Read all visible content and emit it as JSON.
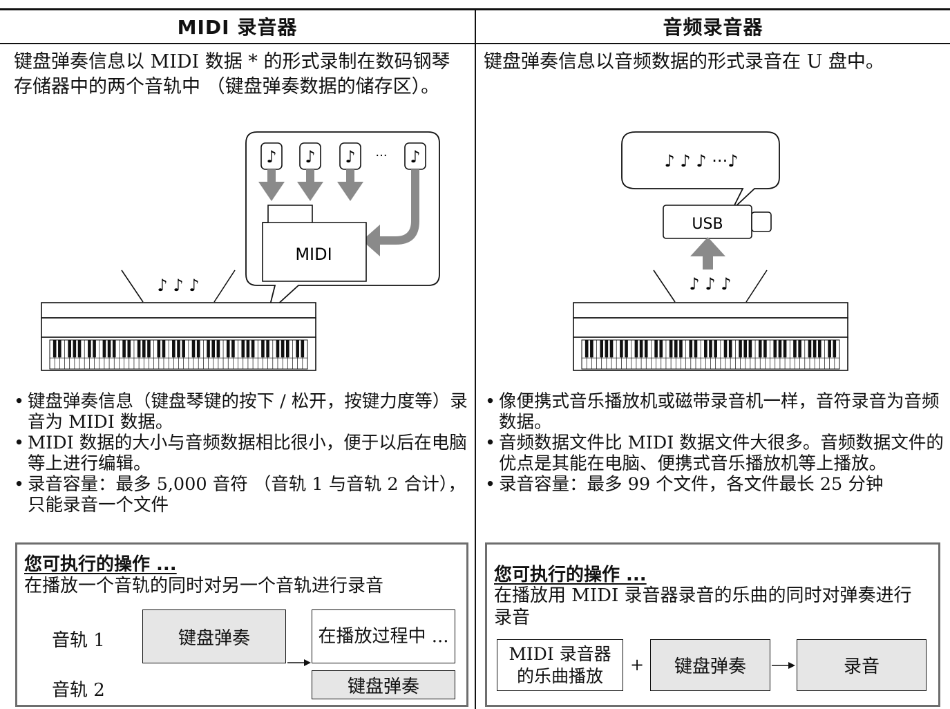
{
  "header": {
    "left_title": "MIDI 录音器",
    "right_title": "音频录音器"
  },
  "left": {
    "intro": "键盘弹奏信息以 MIDI 数据 * 的形式录制在数码钢琴存储器中的两个音轨中 （键盘弹奏数据的储存区）。",
    "illustration": {
      "notes_over_piano": "♪ ♪ ♪",
      "note_glyph": "♪",
      "ellipsis": "···",
      "storage_label": "MIDI"
    },
    "bullets": [
      "键盘弹奏信息（键盘琴键的按下 / 松开，按键力度等）录音为 MIDI 数据。",
      "MIDI 数据的大小与音频数据相比很小，便于以后在电脑等上进行编辑。",
      "录音容量：最多 5,000 音符 （音轨 1 与音轨 2 合计），只能录音一个文件"
    ],
    "box": {
      "title": "您可执行的操作 ...",
      "desc": "在播放一个音轨的同时对另一个音轨进行录音",
      "track1_label": "音轨 1",
      "track2_label": "音轨 2",
      "keyboard_play": "键盘弹奏",
      "during_playback": "在播放过程中 ...",
      "keyboard_play_2": "键盘弹奏"
    }
  },
  "right": {
    "intro": "键盘弹奏信息以音频数据的形式录音在 U 盘中。",
    "illustration": {
      "bubble_notes": "♪ ♪ ♪ ···♪",
      "usb_label": "USB",
      "notes_over_piano": "♪ ♪ ♪"
    },
    "bullets": [
      "像便携式音乐播放机或磁带录音机一样，音符录音为音频数据。",
      "音频数据文件比 MIDI 数据文件大很多。音频数据文件的优点是其能在电脑、便携式音乐播放机等上播放。",
      "录音容量：最多 99 个文件，各文件最长 25 分钟"
    ],
    "box": {
      "title": "您可执行的操作 ...",
      "desc": "在播放用 MIDI 录音器录音的乐曲的同时对弹奏进行录音",
      "midi_playback": "MIDI 录音器的乐曲播放",
      "plus": "+",
      "keyboard_play": "键盘弹奏",
      "record": "录音"
    }
  },
  "colors": {
    "arrow_grey": "#8a8a8a",
    "box_border": "#6e6e6e",
    "fill_grey": "#e6e6e6"
  }
}
